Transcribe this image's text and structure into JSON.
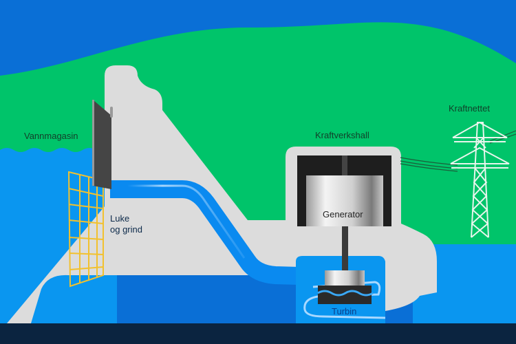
{
  "title": "Vannkraftverk",
  "labels": {
    "reservoir": "Vannmagasin",
    "gate_line1": "Luke",
    "gate_line2": "og grind",
    "powerhouse": "Kraftverkshall",
    "generator": "Generator",
    "grid": "Kraftnettet",
    "turbine": "Turbin"
  },
  "colors": {
    "sky": "#0a6fd6",
    "land": "#00c46a",
    "water": "#0a96f0",
    "dam": "#dcdcdc",
    "ground": "#0b2440",
    "gate": "#454545",
    "trash_rack": "#f2c12e"
  }
}
